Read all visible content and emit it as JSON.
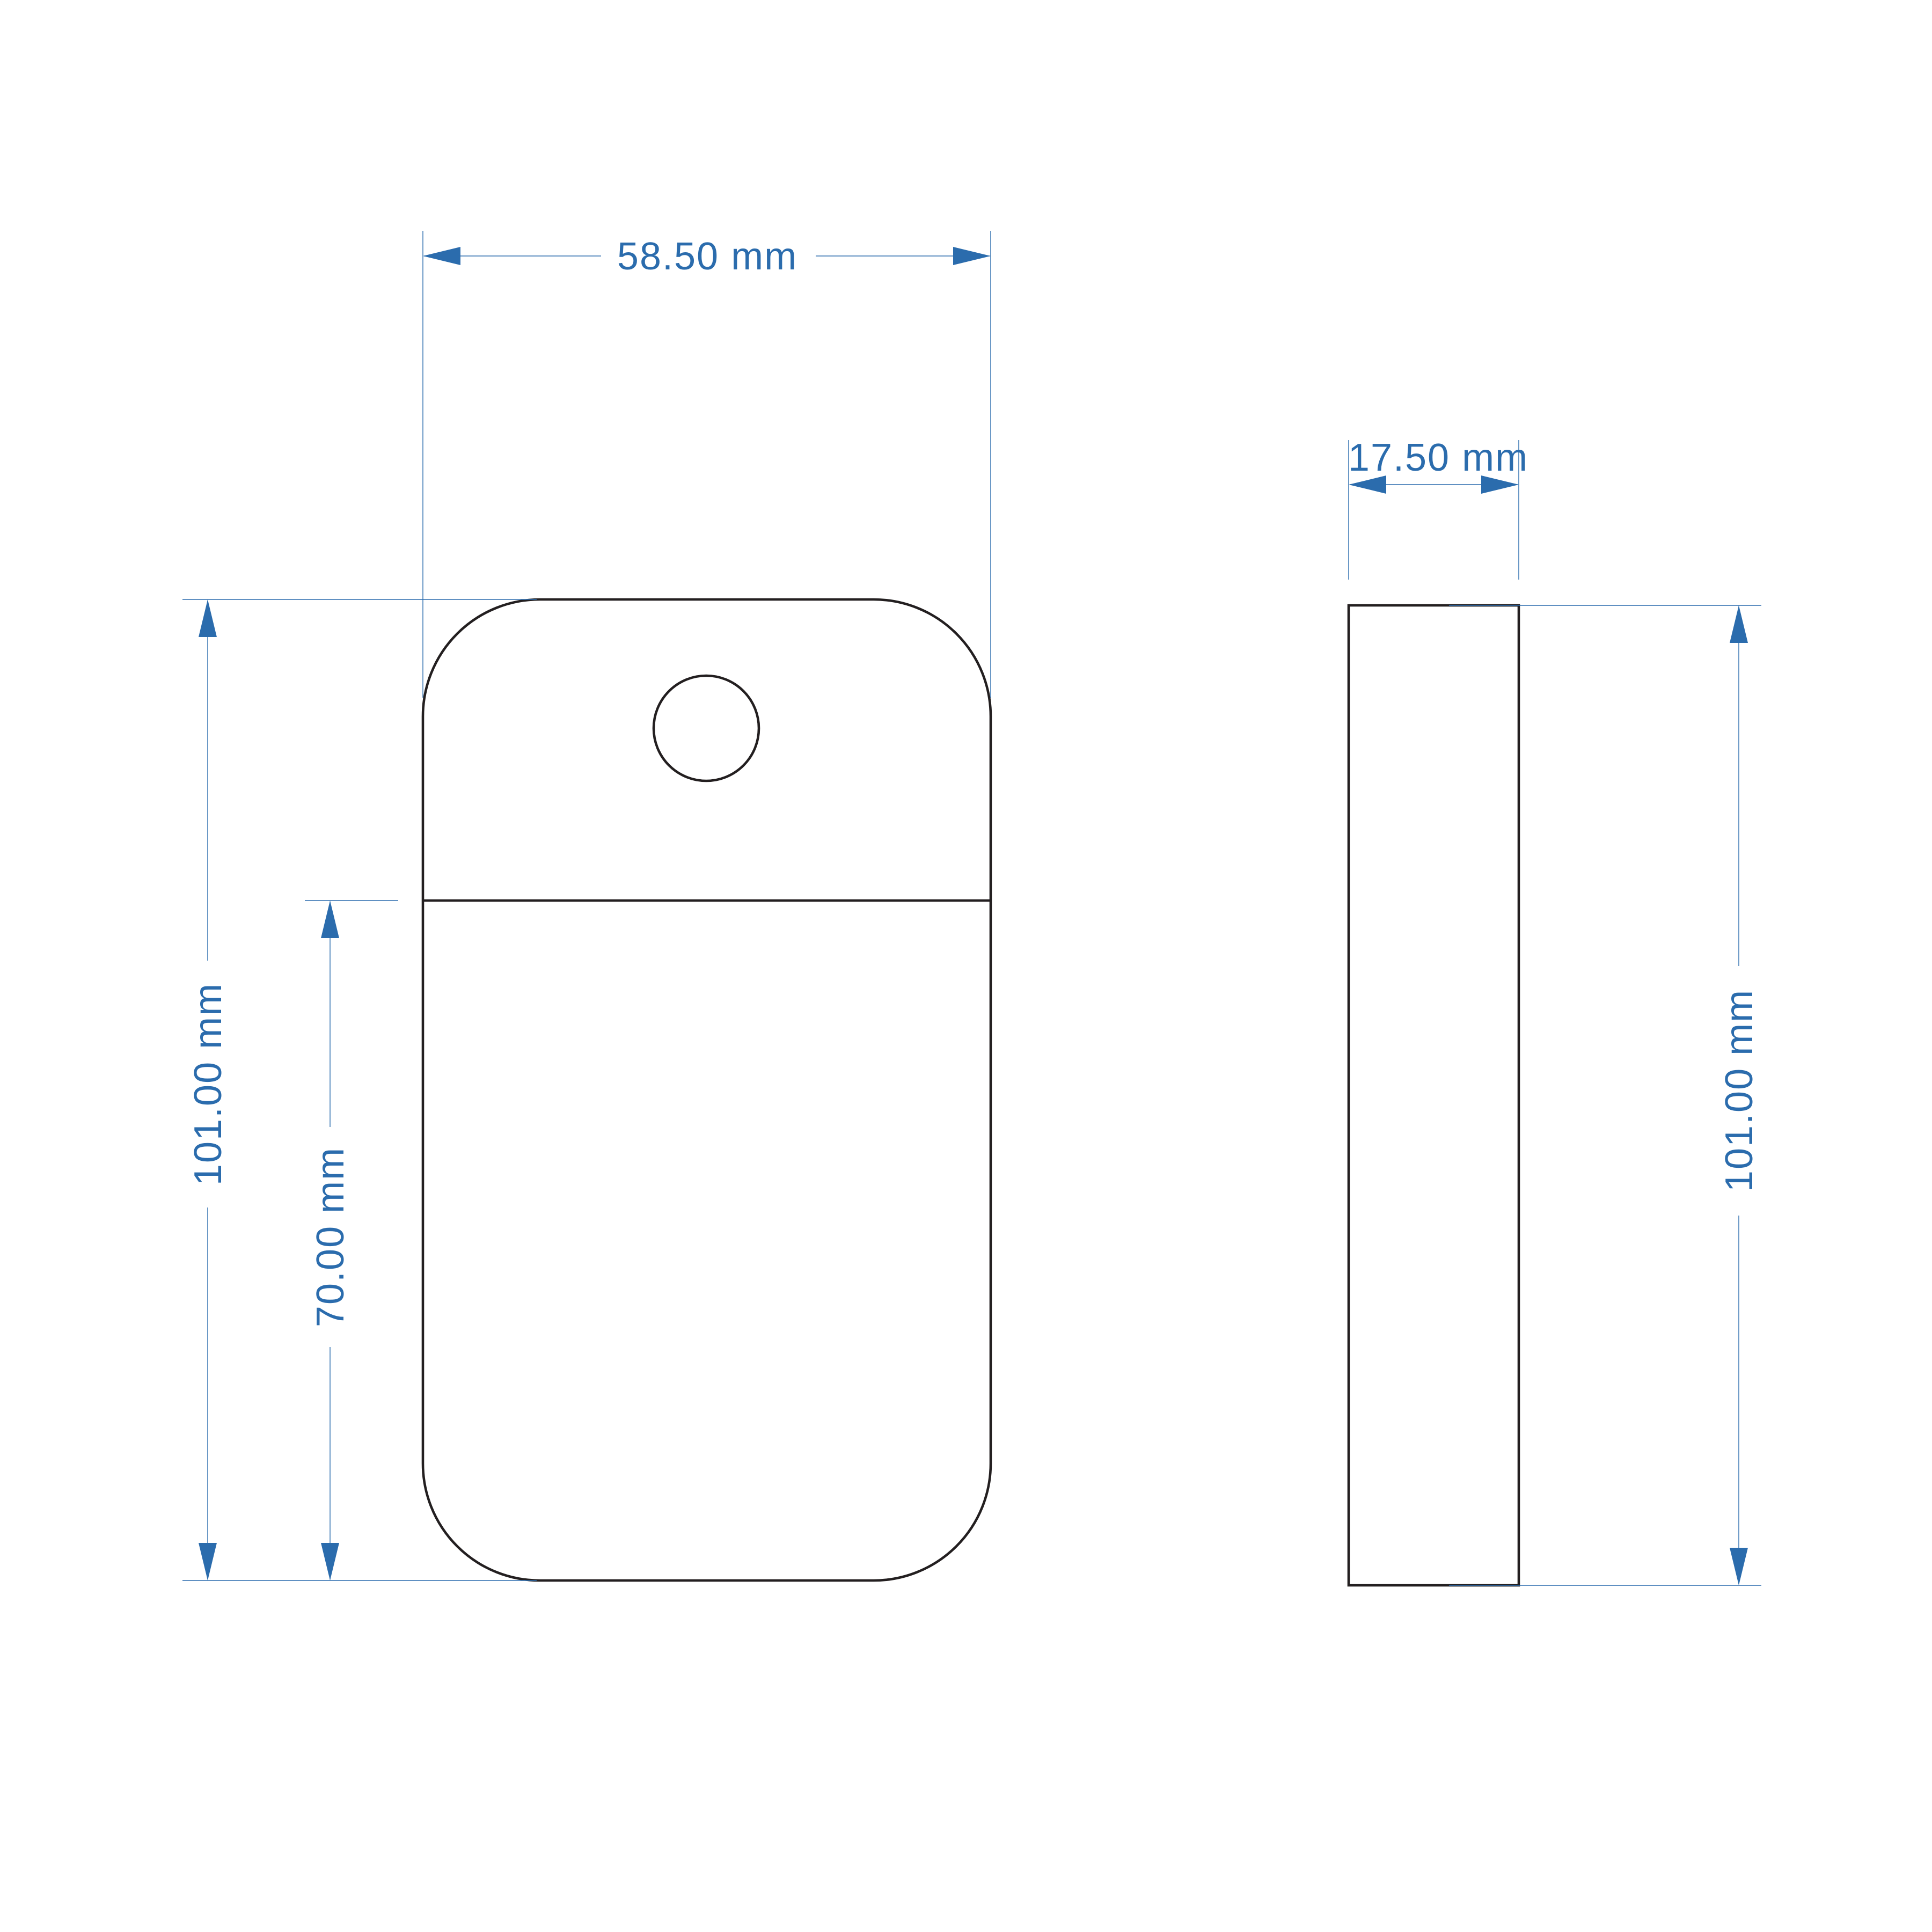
{
  "dimensions": {
    "front_width": "58.50 mm",
    "front_height": "101.00 mm",
    "front_lower_height": "70.00 mm",
    "side_depth": "17.50 mm",
    "side_height": "101.00 mm"
  },
  "colors": {
    "outline": "#231f20",
    "dimension": "#2b6cad",
    "background": "#ffffff"
  }
}
